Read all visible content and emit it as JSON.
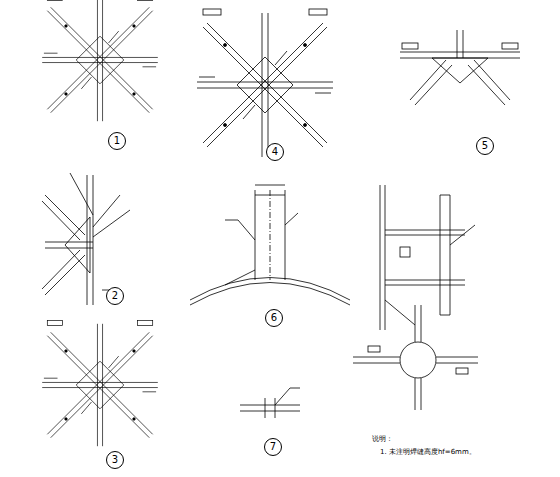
{
  "diagram": {
    "nodes": [
      {
        "text": [
          "1"
        ]
      },
      {
        "text": [
          "4"
        ]
      },
      {
        "text": [
          "5"
        ]
      },
      {
        "text": [
          "2"
        ]
      },
      {
        "text": [
          "6"
        ]
      },
      {
        "text": [
          "3"
        ]
      },
      {
        "text": [
          "7"
        ]
      }
    ],
    "labels": [
      "说明：",
      "1. 未注明焊缝高度hf=6mm。"
    ]
  }
}
